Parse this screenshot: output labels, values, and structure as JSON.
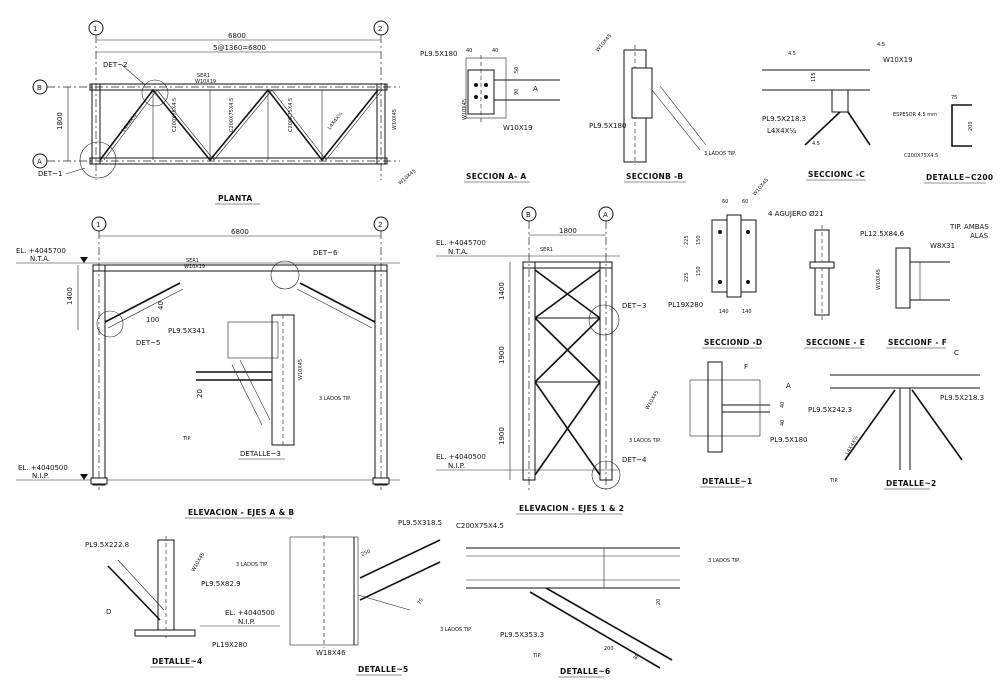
{
  "planta": {
    "grid_1": "1",
    "grid_2": "2",
    "grid_a": "A",
    "grid_b": "B",
    "dim_total": "6800",
    "dim_spacing": "5@1360=6800",
    "dim_side": "1800",
    "det1": "DET~1",
    "det2": "DET~2",
    "ser1": "SER1",
    "ser1_sec": "W10X19",
    "title": "PLANTA"
  },
  "elev_a_b": {
    "grid_1": "1",
    "grid_2": "2",
    "dim_total": "6800",
    "el_top": "EL. +4045700",
    "nta": "N.T.A.",
    "el_bot": "EL. +4040500",
    "nip": "N.I.P.",
    "dim_1400": "1400",
    "dim_100": "100",
    "dim_40": "40",
    "det5": "DET~5",
    "det6": "DET~6",
    "ser1": "SER1",
    "ser1_sec": "W10X19",
    "pl": "PL9.5X341",
    "lados": "3 LADOS TIP.",
    "tip": "TIP.",
    "dim_20": "20",
    "detalle3": "DETALLE~3",
    "title": "ELEVACION - EJES A & B"
  },
  "elev_1_2": {
    "grid_b": "B",
    "grid_a": "A",
    "dim_1800": "1800",
    "el_top": "EL. +4045700",
    "nta": "N.T.A.",
    "el_bot": "EL. +4040500",
    "nip": "N.I.P.",
    "dim_1400": "1400",
    "dim_1900a": "1900",
    "dim_1900b": "1900",
    "det3": "DET~3",
    "det4": "DET~4",
    "ser1": "SER1",
    "title": "ELEVACION - EJES 1 & 2"
  },
  "sec_a": {
    "pl": "PL9.5X180",
    "d40a": "40",
    "d40b": "40",
    "d50": "50",
    "d90": "90",
    "w10": "W10X19",
    "w10x45": "W10X45",
    "cut": "A",
    "title": "SECCION A- A"
  },
  "sec_b": {
    "w": "W10X45",
    "pl": "PL9.5X180",
    "lados": "3 LADOS TIP.",
    "title": "SECCIONB -B"
  },
  "sec_c": {
    "d45a": "4.5",
    "d45b": "4.5",
    "d45c": "4.5",
    "w": "W10X19",
    "d115": "115",
    "pl": "PL9.5X218.3",
    "angle": "L4X4X¼",
    "title": "SECCIONC -C"
  },
  "det_c200": {
    "d75": "75",
    "esp": "ESPESOR 4.5 mm",
    "d200": "200",
    "c": "C200X75X4.5",
    "title": "DETALLE~C200"
  },
  "sec_d": {
    "d60a": "60",
    "d60b": "60",
    "aguj": "4 AGUJERO Ø21",
    "d225a": "225",
    "d225b": "225",
    "d150a": "150",
    "d150b": "150",
    "d140a": "140",
    "d140b": "140",
    "pl": "PL19X280",
    "w": "W10X45",
    "title": "SECCIOND -D"
  },
  "sec_e": {
    "title": "SECCIONE - E"
  },
  "sec_f": {
    "pl": "PL12.5X84.6",
    "tip": "TIP. AMBAS",
    "alas": "ALAS",
    "w": "W8X31",
    "w2": "W10X45",
    "title": "SECCIONF - F"
  },
  "det1": {
    "w": "W10X45",
    "lados": "3 LADOS TIP.",
    "d40a": "40",
    "d40b": "40",
    "pl": "PL9.5X180",
    "f": "F",
    "a": "A",
    "title": "DETALLE~1"
  },
  "det2": {
    "c": "C",
    "pl_l": "PL9.5X242.3",
    "pl_r": "PL9.5X218.3",
    "angle": "L4X4X¼",
    "tip": "TIP.",
    "title": "DETALLE~2"
  },
  "det4": {
    "pl1": "PL9.5X222.8",
    "pl2": "PL9.5X82.9",
    "w": "W10X45",
    "lados": "3 LADOS TIP.",
    "d": "D",
    "el": "EL. +4040500",
    "nip": "N.I.P.",
    "pl3": "PL19X280",
    "title": "DETALLE~4"
  },
  "det5": {
    "pl": "PL9.5X318.5",
    "d250": "250",
    "d70": "70",
    "w": "W18X46",
    "title": "DETALLE~5"
  },
  "det6": {
    "c": "C200X75X4.5",
    "lados": "3 LADOS TIP.",
    "lados2": "3 LADOS TIP.",
    "pl": "PL9.5X353.3",
    "d20": "20",
    "d200": "200",
    "d80": "80",
    "tip": "TIP.",
    "title": "DETALLE~6"
  }
}
